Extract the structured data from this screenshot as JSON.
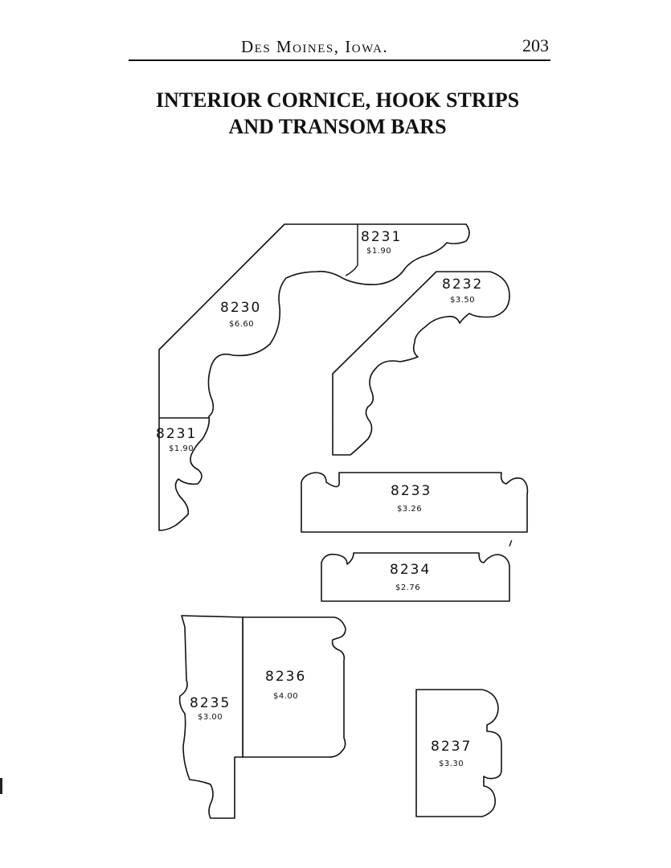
{
  "header": {
    "place": "Des Moines, Iowa.",
    "page_number": "203"
  },
  "title": {
    "line1": "INTERIOR CORNICE, HOOK STRIPS",
    "line2": "AND TRANSOM BARS"
  },
  "mouldings": [
    {
      "number": "8230",
      "price": "$6.60"
    },
    {
      "number": "8231",
      "price": "$1.90"
    },
    {
      "number": "8231",
      "price": "$1.90"
    },
    {
      "number": "8232",
      "price": "$3.50"
    },
    {
      "number": "8233",
      "price": "$3.26"
    },
    {
      "number": "8234",
      "price": "$2.76"
    },
    {
      "number": "8235",
      "price": "$3.00"
    },
    {
      "number": "8236",
      "price": "$4.00"
    },
    {
      "number": "8237",
      "price": "$3.30"
    }
  ]
}
